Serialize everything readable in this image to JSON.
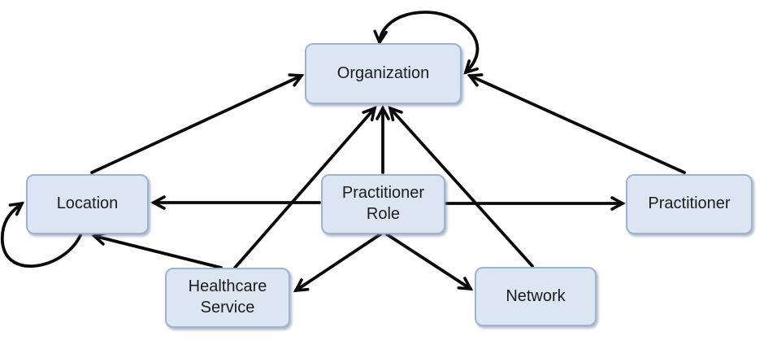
{
  "diagram": {
    "type": "entity-relationship",
    "nodes": [
      {
        "id": "organization",
        "label": "Organization",
        "has_self_loop": true
      },
      {
        "id": "location",
        "label": "Location",
        "has_self_loop": true
      },
      {
        "id": "practitioner_role",
        "label": "Practitioner Role",
        "has_self_loop": false
      },
      {
        "id": "practitioner",
        "label": "Practitioner",
        "has_self_loop": false
      },
      {
        "id": "healthcare_service",
        "label": "Healthcare Service",
        "has_self_loop": false
      },
      {
        "id": "network",
        "label": "Network",
        "has_self_loop": false
      }
    ],
    "edges": [
      {
        "from": "location",
        "to": "organization"
      },
      {
        "from": "location",
        "to": "location",
        "type": "self-loop"
      },
      {
        "from": "practitioner_role",
        "to": "location"
      },
      {
        "from": "practitioner_role",
        "to": "organization"
      },
      {
        "from": "practitioner_role",
        "to": "practitioner"
      },
      {
        "from": "practitioner_role",
        "to": "healthcare_service"
      },
      {
        "from": "practitioner_role",
        "to": "network"
      },
      {
        "from": "healthcare_service",
        "to": "location"
      },
      {
        "from": "healthcare_service",
        "to": "organization"
      },
      {
        "from": "network",
        "to": "organization"
      },
      {
        "from": "practitioner",
        "to": "organization"
      },
      {
        "from": "organization",
        "to": "organization",
        "type": "self-loop"
      }
    ],
    "colors": {
      "node_fill": "#dce6f2",
      "node_border": "#9cb3d4",
      "arrow": "#0a0a0a",
      "text": "#1c1c1c",
      "background": "#ffffff"
    }
  }
}
